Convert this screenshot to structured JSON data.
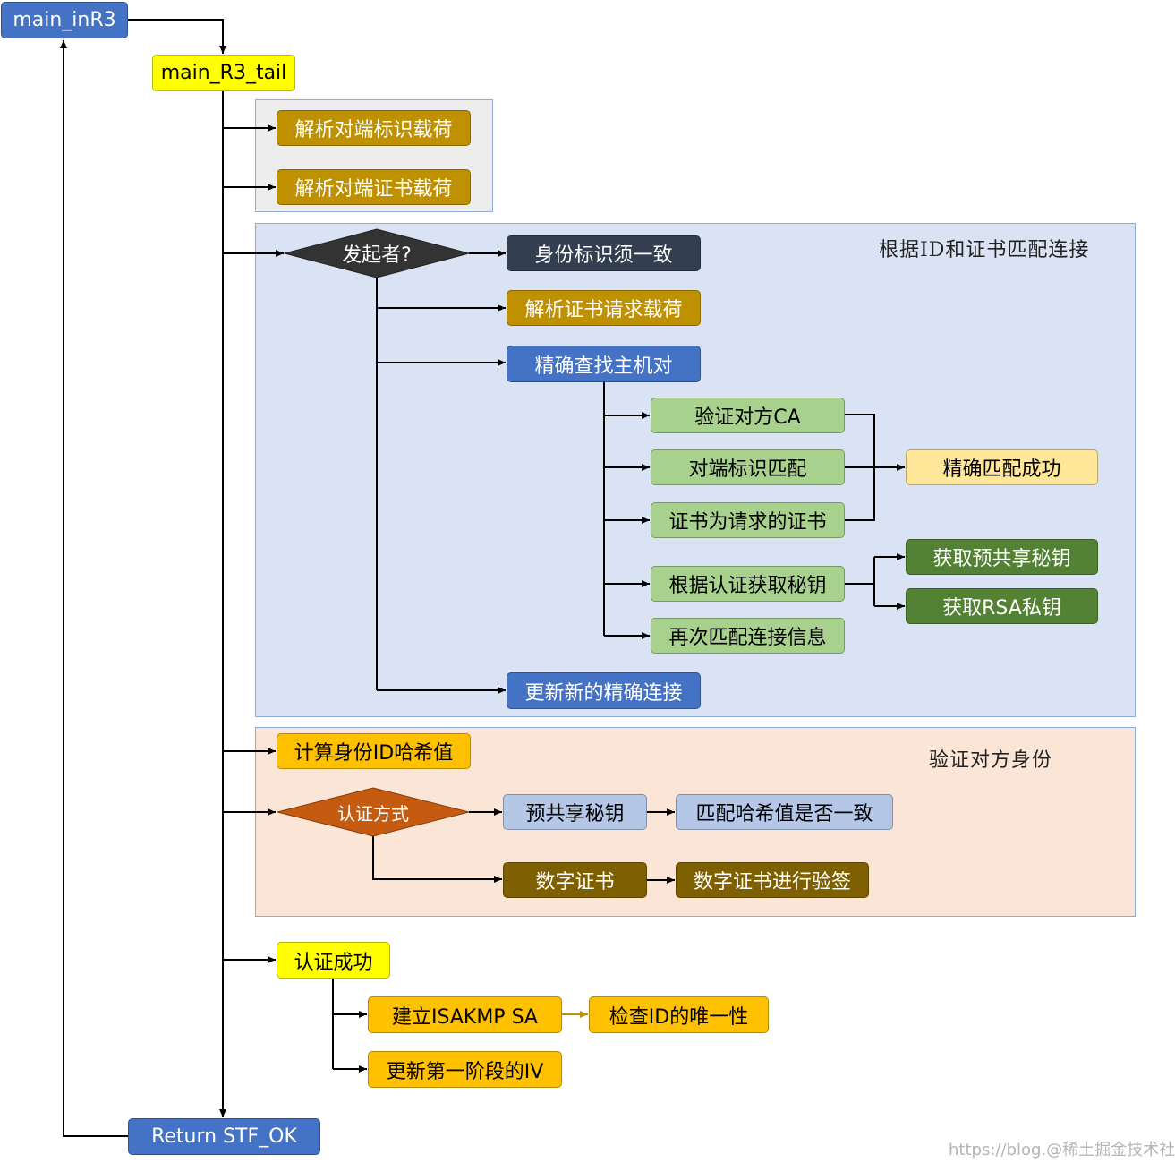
{
  "regions": {
    "parse": {
      "title": ""
    },
    "match": {
      "title": "根据ID和证书匹配连接"
    },
    "verify": {
      "title": "验证对方身份"
    }
  },
  "nodes": {
    "main_inR3": "main_inR3",
    "main_R3_tail": "main_R3_tail",
    "parse_id": "解析对端标识载荷",
    "parse_cert": "解析对端证书载荷",
    "initiator": "发起者?",
    "id_consistent": "身份标识须一致",
    "parse_cert_req": "解析证书请求载荷",
    "exact_find": "精确查找主机对",
    "verify_ca": "验证对方CA",
    "peer_id_match": "对端标识匹配",
    "cert_is_requested": "证书为请求的证书",
    "exact_match_ok": "精确匹配成功",
    "get_key_by_auth": "根据认证获取秘钥",
    "get_psk": "获取预共享秘钥",
    "get_rsa": "获取RSA私钥",
    "rematch_conn": "再次匹配连接信息",
    "update_conn": "更新新的精确连接",
    "calc_hash": "计算身份ID哈希值",
    "auth_method": "认证方式",
    "psk": "预共享秘钥",
    "hash_match": "匹配哈希值是否一致",
    "digital_cert": "数字证书",
    "cert_verify": "数字证书进行验签",
    "auth_ok": "认证成功",
    "build_sa": "建立ISAKMP SA",
    "check_id_unique": "检查ID的唯一性",
    "update_iv": "更新第一阶段的IV",
    "return_ok": "Return STF_OK"
  },
  "watermark": "https://blog.@稀土掘金技术社区",
  "colors": {
    "blue": "#4472c4",
    "yellow": "#ffff00",
    "gold": "#bf9000",
    "orange": "#ffc000",
    "dark": "#333f50",
    "light_green": "#a9d18e",
    "dark_green": "#548235",
    "light_yellow": "#ffe699",
    "light_blue": "#b4c7e7",
    "brown": "#7f6000",
    "rust": "#c55a11",
    "region_gray": "#ededed",
    "region_blue": "#dae3f3",
    "region_peach": "#fbe5d6"
  }
}
